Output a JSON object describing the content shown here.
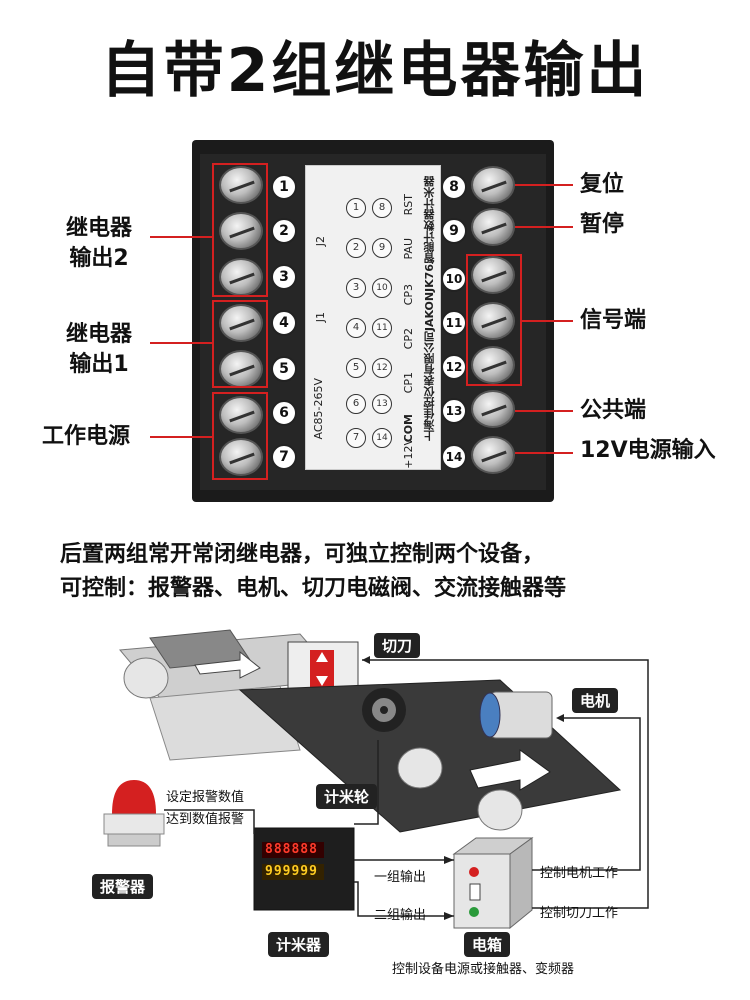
{
  "title": "自带2组继电器输出",
  "terminals_left": [
    "1",
    "2",
    "3",
    "4",
    "5",
    "6",
    "7"
  ],
  "terminals_right": [
    "8",
    "9",
    "10",
    "11",
    "12",
    "13",
    "14"
  ],
  "labels": {
    "relay2": [
      "继电器",
      "输出2"
    ],
    "relay1": [
      "继电器",
      "输出1"
    ],
    "power": "工作电源",
    "reset": "复位",
    "pause": "暂停",
    "signal": "信号端",
    "common": "公共端",
    "power12": "12V电源输入"
  },
  "plate": {
    "brand": "上海佳控仪表有限公司JAKON",
    "model": "JK76智能计数器计米器",
    "right_col": [
      "RST",
      "PAU",
      "CP3",
      "CP2",
      "CP1",
      "COM",
      "+12V"
    ],
    "left_col_top": "J2",
    "left_col_mid": "J1",
    "ac": "AC85-265V",
    "pins_left": [
      "1",
      "2",
      "3",
      "4",
      "5",
      "6",
      "7"
    ],
    "pins_right": [
      "8",
      "9",
      "10",
      "11",
      "12",
      "13",
      "14"
    ]
  },
  "description": [
    "后置两组常开常闭继电器，可独立控制两个设备，",
    "可控制：报警器、电机、切刀电磁阀、交流接触器等"
  ],
  "diagram": {
    "cutter": "切刀",
    "motor": "电机",
    "meter_wheel": "计米轮",
    "alarm": "报警器",
    "counter": "计米器",
    "box": "电箱",
    "alarm_set": "设定报警数值",
    "alarm_reach": "达到数值报警",
    "out1": "一组输出",
    "out2": "二组输出",
    "ctrl_motor": "控制电机工作",
    "ctrl_cutter": "控制切刀工作",
    "box_desc": "控制设备电源或接触器、变频器",
    "display_top": "888888",
    "display_bottom": "999999"
  },
  "colors": {
    "accent": "#d42020",
    "panel": "#1b1b1b"
  }
}
